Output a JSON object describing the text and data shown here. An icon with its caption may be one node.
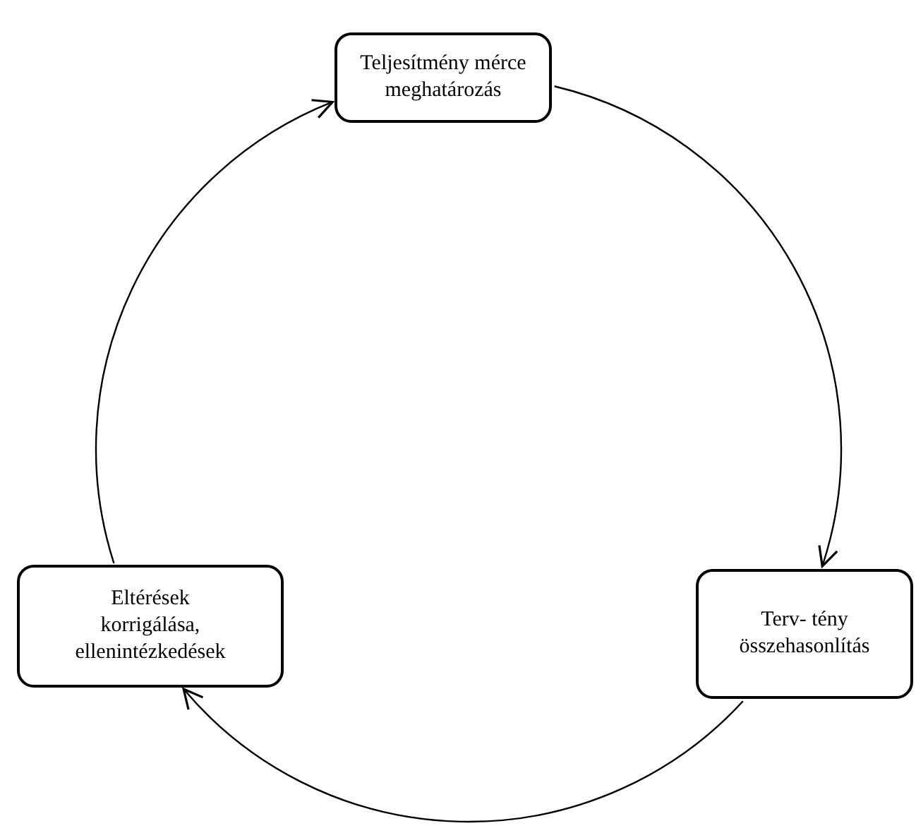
{
  "diagram": {
    "nodes": [
      {
        "text": [
          "Teljesítmény mérce meghatározás"
        ]
      },
      {
        "text": [
          "Terv- tény összehasonlítás"
        ]
      },
      {
        "text": [
          "Eltérések korrigálása, ellenintézkedések"
        ]
      }
    ],
    "edges": [
      {
        "from": 0,
        "to": 1,
        "arrow": "to"
      },
      {
        "from": 1,
        "to": 2,
        "arrow": "to"
      },
      {
        "from": 2,
        "to": 0,
        "arrow": "to"
      }
    ]
  }
}
